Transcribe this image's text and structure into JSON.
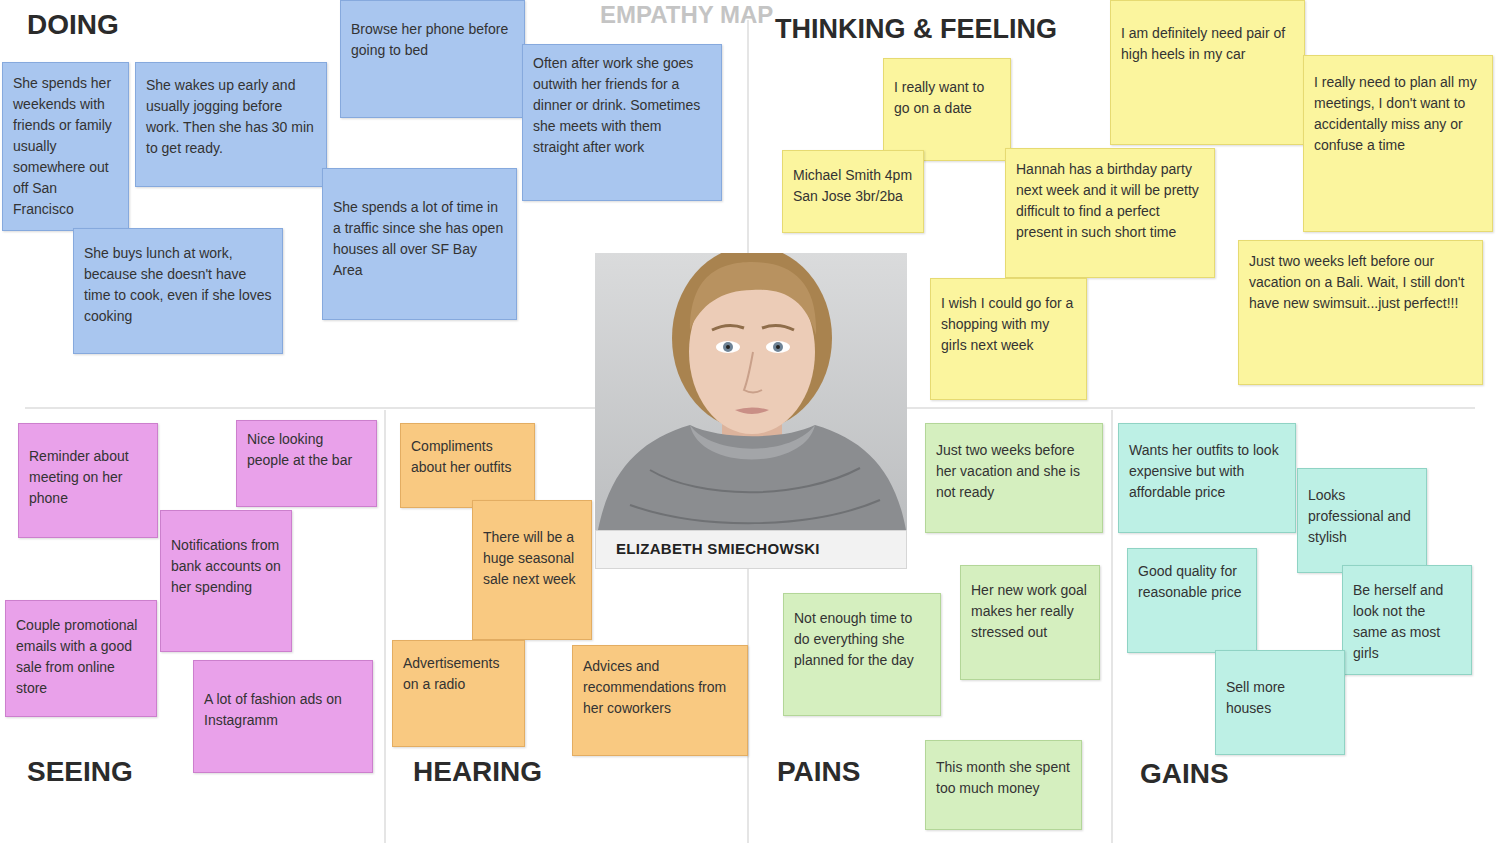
{
  "diagram": {
    "title": "EMPATHY MAP",
    "nodes": [
      {
        "text": [
          "She spends her weekends with friends or family usually somewhere out off San Francisco"
        ]
      },
      {
        "text": [
          "She wakes up early and usually jogging before work. Then she has 30 min to get ready."
        ]
      },
      {
        "text": [
          "Browse her phone before going to bed"
        ]
      },
      {
        "text": [
          "Often after work she goes outwith her friends for a dinner or drink. Sometimes she meets with them straight after work"
        ]
      },
      {
        "text": [
          "She buys lunch at work, because she doesn't have time to cook, even if she loves cooking"
        ]
      },
      {
        "text": [
          "She spends a lot of time in a traffic since she has open houses all over SF Bay Area"
        ]
      },
      {
        "text": [
          "I really want to go on a date"
        ]
      },
      {
        "text": [
          "I am definitely need pair of high heels in my car"
        ]
      },
      {
        "text": [
          "I really need to plan all my meetings, I don't want to accidentally miss any or confuse a time"
        ]
      },
      {
        "text": [
          "Michael Smith 4pm San Jose 3br/2ba"
        ]
      },
      {
        "text": [
          "Hannah has a birthday party next week and it will be pretty difficult to find a perfect present in such short time"
        ]
      },
      {
        "text": [
          "I wish I could go for a shopping with my girls next week"
        ]
      },
      {
        "text": [
          "Just two weeks left before our vacation on a Bali. Wait, I still don't have new swimsuit...just perfect!!!"
        ]
      },
      {
        "text": [
          "Reminder about meeting on her phone"
        ]
      },
      {
        "text": [
          "Nice looking people at the bar"
        ]
      },
      {
        "text": [
          "Notifications from bank accounts on her spending"
        ]
      },
      {
        "text": [
          "Couple promotional emails with a good sale from online store"
        ]
      },
      {
        "text": [
          "A lot of fashion ads on Instagramm"
        ]
      },
      {
        "text": [
          "Compliments about her outfits"
        ]
      },
      {
        "text": [
          "There will be a huge seasonal sale next week"
        ]
      },
      {
        "text": [
          "Advertisements on a radio"
        ]
      },
      {
        "text": [
          "Advices and recommendations from her coworkers"
        ]
      },
      {
        "text": [
          "Just two weeks before her vacation and she is not ready"
        ]
      },
      {
        "text": [
          "Her new work goal makes her really stressed out"
        ]
      },
      {
        "text": [
          "Not enough time to do everything she planned for the day"
        ]
      },
      {
        "text": [
          "This month she spent too much money"
        ]
      },
      {
        "text": [
          "Wants her outfits to look expensive but with affordable price"
        ]
      },
      {
        "text": [
          "Looks professional and stylish"
        ]
      },
      {
        "text": [
          "Good quality for reasonable price"
        ]
      },
      {
        "text": [
          "Be herself and look not the same as most girls"
        ]
      },
      {
        "text": [
          "Sell more houses"
        ]
      },
      {
        "text": [
          "ELIZABETH SMIECHOWSKI"
        ]
      }
    ],
    "labels": [
      "DOING",
      "THINKING & FEELING",
      "SEEING",
      "HEARING",
      "PAINS",
      "GAINS"
    ]
  }
}
